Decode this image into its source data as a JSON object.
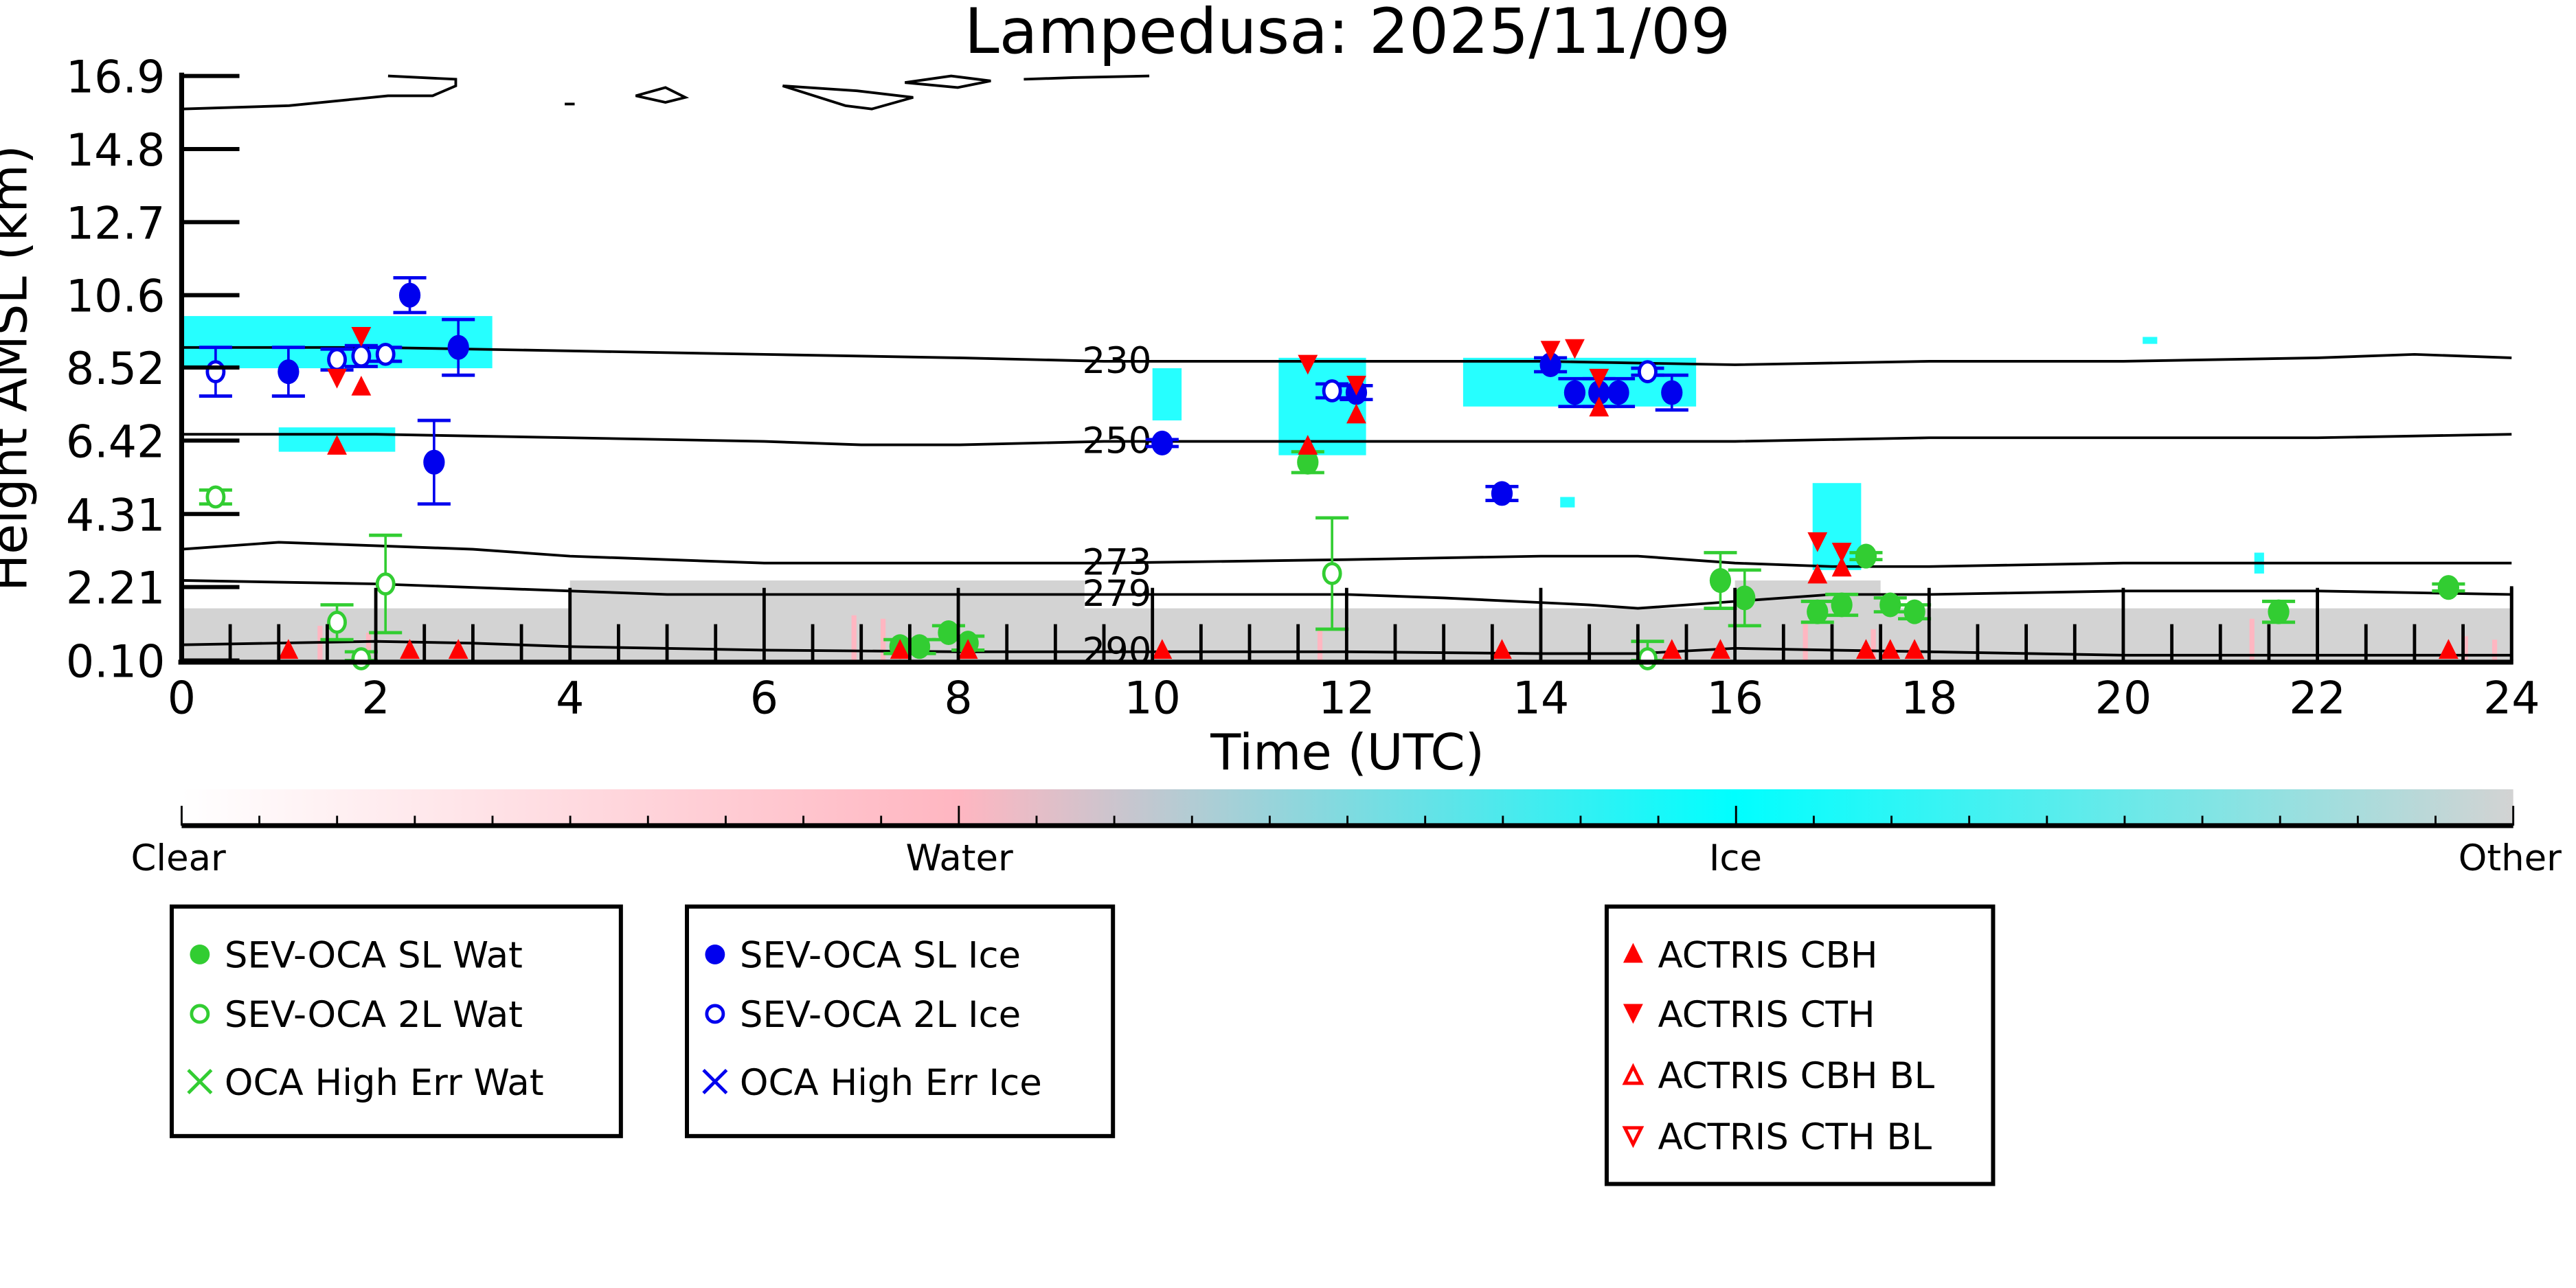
{
  "chart_data": {
    "type": "scatter",
    "title": "Lampedusa: 2025/11/09",
    "xlabel": "Time (UTC)",
    "ylabel": "Height AMSL (km)",
    "xlim": [
      0,
      24
    ],
    "ylim": [
      0.1,
      16.9
    ],
    "x_ticks": [
      0,
      2,
      4,
      6,
      8,
      10,
      12,
      14,
      16,
      18,
      20,
      22,
      24
    ],
    "y_ticks": [
      0.1,
      2.21,
      4.31,
      6.42,
      8.52,
      10.6,
      12.7,
      14.8,
      16.9
    ],
    "y_tick_labels": [
      "0.10",
      "2.21",
      "4.31",
      "6.42",
      "8.52",
      "10.6",
      "12.7",
      "14.8",
      "16.9"
    ],
    "grid": false,
    "colorbar": {
      "labels": [
        "Clear",
        "Water",
        "Ice",
        "Other"
      ],
      "colors": [
        "#ffffff",
        "#ffb6c1",
        "#00ffff",
        "#d3d3d3"
      ]
    },
    "temperature_contours": [
      {
        "label": "230",
        "points": [
          [
            0,
            9.1
          ],
          [
            2,
            9.1
          ],
          [
            4,
            9.0
          ],
          [
            6,
            8.9
          ],
          [
            8,
            8.8
          ],
          [
            9.5,
            8.7
          ],
          [
            12,
            8.7
          ],
          [
            14,
            8.7
          ],
          [
            16,
            8.6
          ],
          [
            18,
            8.7
          ],
          [
            20,
            8.7
          ],
          [
            22,
            8.8
          ],
          [
            23,
            8.9
          ],
          [
            24,
            8.8
          ]
        ]
      },
      {
        "label": "250",
        "points": [
          [
            0,
            6.6
          ],
          [
            2,
            6.6
          ],
          [
            4,
            6.5
          ],
          [
            6,
            6.4
          ],
          [
            7,
            6.3
          ],
          [
            8,
            6.3
          ],
          [
            9.5,
            6.4
          ],
          [
            12,
            6.4
          ],
          [
            14,
            6.4
          ],
          [
            16,
            6.4
          ],
          [
            18,
            6.5
          ],
          [
            20,
            6.5
          ],
          [
            22,
            6.5
          ],
          [
            24,
            6.6
          ]
        ]
      },
      {
        "label": "273",
        "points": [
          [
            0,
            3.3
          ],
          [
            1,
            3.5
          ],
          [
            2,
            3.4
          ],
          [
            3,
            3.3
          ],
          [
            4,
            3.1
          ],
          [
            6,
            2.9
          ],
          [
            8,
            2.9
          ],
          [
            9.5,
            2.9
          ],
          [
            12,
            3.0
          ],
          [
            14,
            3.1
          ],
          [
            15,
            3.1
          ],
          [
            16,
            2.9
          ],
          [
            17,
            2.8
          ],
          [
            18,
            2.8
          ],
          [
            20,
            2.9
          ],
          [
            22,
            2.9
          ],
          [
            24,
            2.9
          ]
        ]
      },
      {
        "label": "279",
        "points": [
          [
            0,
            2.4
          ],
          [
            2,
            2.3
          ],
          [
            4,
            2.1
          ],
          [
            5,
            2.0
          ],
          [
            6,
            2.0
          ],
          [
            8,
            2.0
          ],
          [
            9.5,
            2.0
          ],
          [
            12,
            2.0
          ],
          [
            13,
            1.9
          ],
          [
            14.5,
            1.7
          ],
          [
            15,
            1.6
          ],
          [
            16,
            1.8
          ],
          [
            17,
            2.0
          ],
          [
            18,
            2.0
          ],
          [
            20,
            2.1
          ],
          [
            22,
            2.1
          ],
          [
            24,
            2.0
          ]
        ]
      },
      {
        "label": "290",
        "points": [
          [
            0,
            0.55
          ],
          [
            2,
            0.65
          ],
          [
            3,
            0.6
          ],
          [
            4,
            0.5
          ],
          [
            6,
            0.4
          ],
          [
            8,
            0.35
          ],
          [
            9.5,
            0.35
          ],
          [
            12,
            0.35
          ],
          [
            14,
            0.3
          ],
          [
            15,
            0.3
          ],
          [
            16,
            0.45
          ],
          [
            17,
            0.4
          ],
          [
            18,
            0.35
          ],
          [
            20,
            0.25
          ],
          [
            22,
            0.25
          ],
          [
            24,
            0.25
          ]
        ]
      }
    ],
    "series": [
      {
        "name": "SEV-OCA SL Wat",
        "marker": "filled-circle",
        "color": "#32cd32",
        "points": [
          {
            "x": 7.4,
            "y": 0.5,
            "err": 0.2
          },
          {
            "x": 7.6,
            "y": 0.5,
            "err": 0.2
          },
          {
            "x": 7.9,
            "y": 0.9,
            "err": 0.2
          },
          {
            "x": 8.1,
            "y": 0.6,
            "err": 0.2
          },
          {
            "x": 11.6,
            "y": 5.8,
            "err": 0.3
          },
          {
            "x": 15.85,
            "y": 2.4,
            "err": 0.8
          },
          {
            "x": 16.1,
            "y": 1.9,
            "err": 0.8
          },
          {
            "x": 16.85,
            "y": 1.5,
            "err": 0.3
          },
          {
            "x": 17.1,
            "y": 1.7,
            "err": 0.3
          },
          {
            "x": 17.35,
            "y": 3.1,
            "err": 0.1
          },
          {
            "x": 17.6,
            "y": 1.7,
            "err": 0.2
          },
          {
            "x": 17.85,
            "y": 1.5,
            "err": 0.2
          },
          {
            "x": 21.6,
            "y": 1.5,
            "err": 0.3
          },
          {
            "x": 23.35,
            "y": 2.2,
            "err": 0.1
          }
        ]
      },
      {
        "name": "SEV-OCA 2L Wat",
        "marker": "open-circle",
        "color": "#32cd32",
        "points": [
          {
            "x": 0.35,
            "y": 4.8,
            "err": 0.2
          },
          {
            "x": 1.6,
            "y": 1.2,
            "err": 0.5
          },
          {
            "x": 1.85,
            "y": 0.15,
            "err": 0.2
          },
          {
            "x": 2.1,
            "y": 2.3,
            "err": 1.4
          },
          {
            "x": 11.85,
            "y": 2.6,
            "err": 1.6
          },
          {
            "x": 15.1,
            "y": 0.15,
            "err": 0.5
          }
        ]
      },
      {
        "name": "SEV-OCA SL Ice",
        "marker": "filled-circle",
        "color": "#0000ee",
        "points": [
          {
            "x": 1.1,
            "y": 8.4,
            "err": 0.7
          },
          {
            "x": 2.35,
            "y": 10.6,
            "err": 0.5
          },
          {
            "x": 2.6,
            "y": 5.8,
            "err": 1.2
          },
          {
            "x": 2.85,
            "y": 9.1,
            "err": 0.8
          },
          {
            "x": 10.1,
            "y": 6.35,
            "err": 0.1
          },
          {
            "x": 12.1,
            "y": 7.8,
            "err": 0.2
          },
          {
            "x": 13.6,
            "y": 4.9,
            "err": 0.2
          },
          {
            "x": 14.1,
            "y": 8.6,
            "err": 0.2
          },
          {
            "x": 14.35,
            "y": 7.8,
            "err": 0.4
          },
          {
            "x": 14.6,
            "y": 7.8,
            "err": 0.4
          },
          {
            "x": 14.8,
            "y": 7.8,
            "err": 0.4
          },
          {
            "x": 15.35,
            "y": 7.8,
            "err": 0.5
          }
        ]
      },
      {
        "name": "SEV-OCA 2L Ice",
        "marker": "open-circle",
        "color": "#0000ee",
        "points": [
          {
            "x": 0.35,
            "y": 8.4,
            "err": 0.7
          },
          {
            "x": 1.6,
            "y": 8.75,
            "err": 0.3
          },
          {
            "x": 1.85,
            "y": 8.85,
            "err": 0.3
          },
          {
            "x": 2.1,
            "y": 8.9,
            "err": 0.2
          },
          {
            "x": 11.85,
            "y": 7.85,
            "err": 0.2
          },
          {
            "x": 15.1,
            "y": 8.4,
            "err": 0.1
          }
        ]
      },
      {
        "name": "OCA High Err Wat",
        "marker": "x",
        "color": "#32cd32",
        "points": []
      },
      {
        "name": "OCA High Err Ice",
        "marker": "x",
        "color": "#0000ee",
        "points": []
      },
      {
        "name": "ACTRIS CBH",
        "marker": "triangle-up",
        "color": "#ff0000",
        "points": [
          {
            "x": 1.1,
            "y": 0.1
          },
          {
            "x": 1.6,
            "y": 6.3
          },
          {
            "x": 1.85,
            "y": 8.0
          },
          {
            "x": 2.35,
            "y": 0.1
          },
          {
            "x": 2.85,
            "y": 0.1
          },
          {
            "x": 7.4,
            "y": 0.1
          },
          {
            "x": 8.1,
            "y": 0.1
          },
          {
            "x": 10.1,
            "y": 0.1
          },
          {
            "x": 11.6,
            "y": 6.3
          },
          {
            "x": 12.1,
            "y": 7.2
          },
          {
            "x": 13.6,
            "y": 0.1
          },
          {
            "x": 14.6,
            "y": 7.4
          },
          {
            "x": 15.35,
            "y": 0.1
          },
          {
            "x": 15.85,
            "y": 0.1
          },
          {
            "x": 16.85,
            "y": 2.6
          },
          {
            "x": 17.1,
            "y": 2.8
          },
          {
            "x": 17.35,
            "y": 0.1
          },
          {
            "x": 17.6,
            "y": 0.1
          },
          {
            "x": 17.85,
            "y": 0.1
          },
          {
            "x": 23.35,
            "y": 0.1
          }
        ]
      },
      {
        "name": "ACTRIS CTH",
        "marker": "triangle-down",
        "color": "#ff0000",
        "points": [
          {
            "x": 1.6,
            "y": 8.2
          },
          {
            "x": 1.85,
            "y": 9.4
          },
          {
            "x": 11.6,
            "y": 8.6
          },
          {
            "x": 12.1,
            "y": 8.0
          },
          {
            "x": 14.1,
            "y": 9.0
          },
          {
            "x": 14.35,
            "y": 9.05
          },
          {
            "x": 14.6,
            "y": 8.2
          },
          {
            "x": 16.85,
            "y": 3.5
          },
          {
            "x": 17.1,
            "y": 3.2
          }
        ]
      },
      {
        "name": "ACTRIS CBH BL",
        "marker": "open-triangle-up",
        "color": "#ff0000",
        "points": []
      },
      {
        "name": "ACTRIS CTH BL",
        "marker": "open-triangle-down",
        "color": "#ff0000",
        "points": []
      }
    ],
    "legend": {
      "placement": "below",
      "groups": [
        [
          "SEV-OCA SL Wat",
          "SEV-OCA 2L Wat",
          "OCA High Err Wat"
        ],
        [
          "SEV-OCA SL Ice",
          "SEV-OCA 2L Ice",
          "OCA High Err Ice"
        ],
        [
          "ACTRIS CBH",
          "ACTRIS CTH",
          "ACTRIS CBH BL",
          "ACTRIS CTH BL"
        ]
      ]
    },
    "cloud_regions": [
      {
        "class": "Other",
        "x0": 0,
        "x1": 24,
        "ytop": 1.6
      },
      {
        "class": "Other",
        "x0": 4,
        "x1": 9.3,
        "ytop": 2.4
      },
      {
        "class": "Other",
        "x0": 16,
        "x1": 17.5,
        "ytop": 2.4
      },
      {
        "class": "Ice",
        "x0": 0,
        "x1": 3.2,
        "ytop": 10.0,
        "ybot": 8.5
      },
      {
        "class": "Ice",
        "x0": 1.0,
        "x1": 2.2,
        "ytop": 6.8,
        "ybot": 6.1
      },
      {
        "class": "Ice",
        "x0": 11.3,
        "x1": 12.2,
        "ytop": 8.8,
        "ybot": 6.0
      },
      {
        "class": "Ice",
        "x0": 13.2,
        "x1": 15.6,
        "ytop": 8.8,
        "ybot": 7.4
      },
      {
        "class": "Ice",
        "x0": 16.8,
        "x1": 17.3,
        "ytop": 5.2,
        "ybot": 2.7
      },
      {
        "class": "Ice",
        "x0": 10.0,
        "x1": 10.3,
        "ytop": 8.5,
        "ybot": 7.0
      },
      {
        "class": "Ice",
        "x0": 21.35,
        "x1": 21.45,
        "ytop": 3.2,
        "ybot": 2.6
      },
      {
        "class": "Ice",
        "x0": 20.2,
        "x1": 20.35,
        "ytop": 9.4,
        "ybot": 9.2
      },
      {
        "class": "Ice",
        "x0": 14.2,
        "x1": 14.35,
        "ytop": 4.8,
        "ybot": 4.5
      }
    ],
    "tropopause_contour_label": "upper contours near 16.9 km"
  }
}
